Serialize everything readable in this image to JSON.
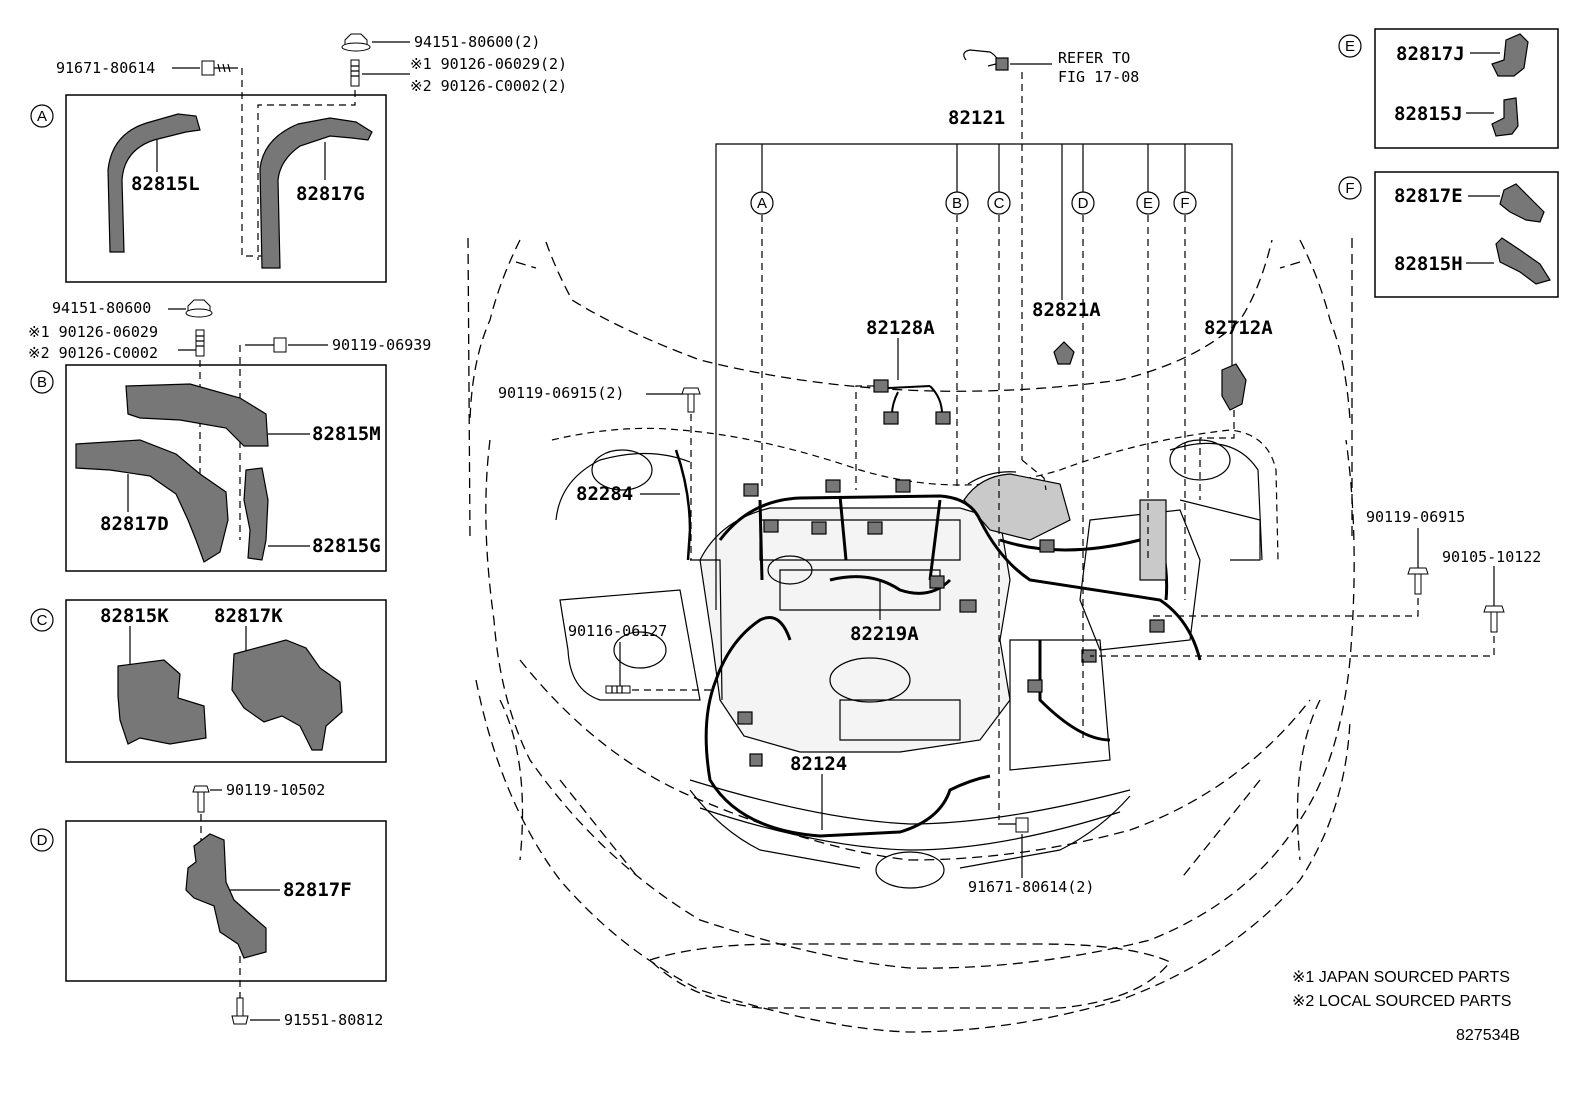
{
  "diagram_id": "827534B",
  "notes": [
    "※1 JAPAN SOURCED PARTS",
    "※2 LOCAL SOURCED PARTS"
  ],
  "inset_letters": [
    "A",
    "B",
    "C",
    "D",
    "E",
    "F"
  ],
  "inset_a": {
    "bolt_label": "91671-80614",
    "nut_label": "94151-80600(2)",
    "stud1_label": "※1 90126-06029(2)",
    "stud2_label": "※2 90126-C0002(2)",
    "part1": "82815L",
    "part2": "82817G"
  },
  "inset_b": {
    "nut_label": "94151-80600",
    "stud1_label": "※1 90126-06029",
    "stud2_label": "※2 90126-C0002",
    "bolt_label": "90119-06939",
    "part1": "82815M",
    "part2": "82817D",
    "part3": "82815G"
  },
  "inset_c": {
    "part1": "82815K",
    "part2": "82817K"
  },
  "inset_d": {
    "bolt_top": "90119-10502",
    "part1": "82817F",
    "bolt_bottom": "91551-80812"
  },
  "inset_e": {
    "part1": "82817J",
    "part2": "82815J"
  },
  "inset_f": {
    "part1": "82817E",
    "part2": "82815H"
  },
  "main": {
    "refer_line1": "REFER TO",
    "refer_line2": "FIG 17-08",
    "harness_main": "82121",
    "p_82128a": "82128A",
    "p_82821a": "82821A",
    "p_82712a": "82712A",
    "bolt_left": "90119-06915(2)",
    "p_82284": "82284",
    "p_82219a": "82219A",
    "stud_left": "90116-06127",
    "p_82124": "82124",
    "bolt_bottom": "91671-80614(2)",
    "bolt_right1": "90119-06915",
    "bolt_right2": "90105-10122"
  }
}
